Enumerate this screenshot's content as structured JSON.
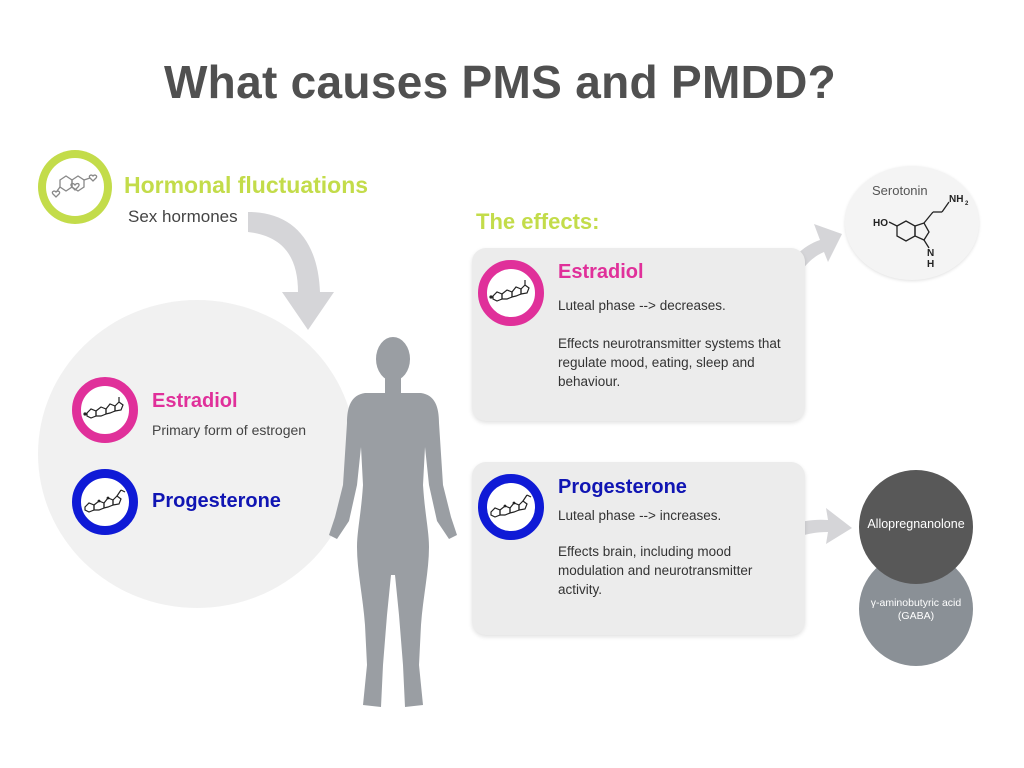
{
  "title": "What causes PMS and PMDD?",
  "hormonal": {
    "title": "Hormonal fluctuations",
    "subtitle": "Sex hormones",
    "icon": "hormone-molecule-heart-icon"
  },
  "left_panel": {
    "estradiol": {
      "title": "Estradiol",
      "subtitle": "Primary form of estrogen",
      "icon": "estradiol-molecule-icon"
    },
    "progesterone": {
      "title": "Progesterone",
      "icon": "progesterone-molecule-icon"
    }
  },
  "effects": {
    "title": "The effects:",
    "estradiol": {
      "title": "Estradiol",
      "line1": "Luteal phase --> decreases.",
      "line2": "Effects neurotransmitter systems that regulate mood, eating, sleep and behaviour."
    },
    "progesterone": {
      "title": "Progesterone",
      "line1": "Luteal phase --> increases.",
      "line2": "Effects brain, including mood modulation and neurotransmitter activity."
    }
  },
  "serotonin": {
    "label": "Serotonin",
    "ho": "HO",
    "nh2": "NH",
    "nh2_sub": "2",
    "nh": "N",
    "h": "H"
  },
  "allopregnanolone": {
    "label": "Allopregnanolone"
  },
  "gaba": {
    "label": "γ-aminobutyric acid (GABA)"
  },
  "colors": {
    "green": "#c3dc4a",
    "pink": "#e0309a",
    "blue": "#0f1ad6",
    "dark_grey": "#585858",
    "grey": "#8a9096",
    "title": "#505050"
  }
}
